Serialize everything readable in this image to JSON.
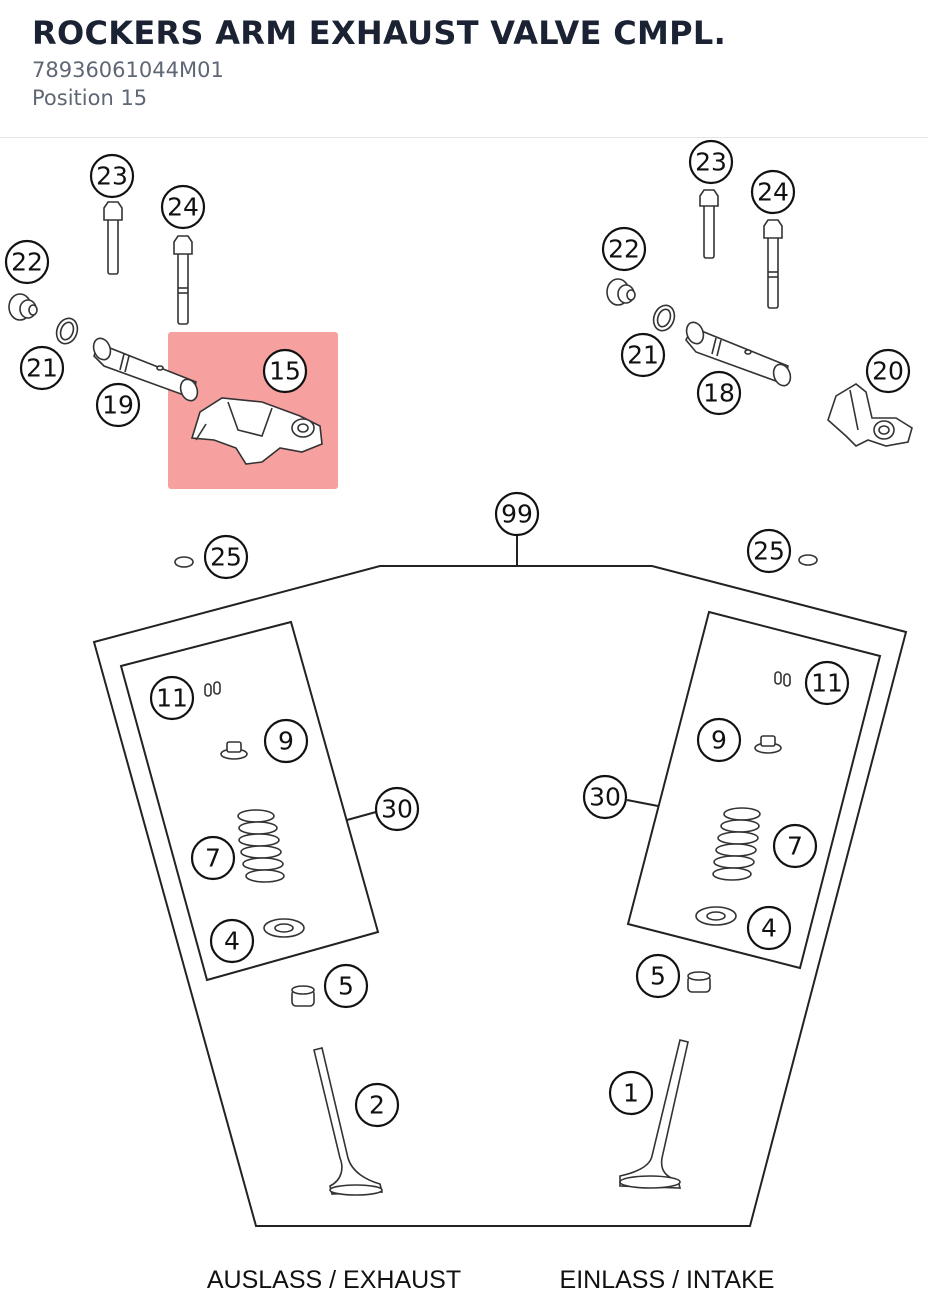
{
  "header": {
    "title": "ROCKERS ARM EXHAUST VALVE CMPL.",
    "part_number": "78936061044M01",
    "position": "Position 15"
  },
  "highlight": {
    "position_label": "15",
    "color": "#f47b7b"
  },
  "callouts": {
    "c23_left": "23",
    "c24_left": "24",
    "c22_left": "22",
    "c21_left": "21",
    "c19": "19",
    "c15": "15",
    "c23_right": "23",
    "c24_right": "24",
    "c22_right": "22",
    "c21_right": "21",
    "c18": "18",
    "c20": "20",
    "c99": "99",
    "c25_left": "25",
    "c25_right": "25",
    "c11_left": "11",
    "c9_left": "9",
    "c7_left": "7",
    "c4_left": "4",
    "c30_left": "30",
    "c5_left": "5",
    "c2": "2",
    "c11_right": "11",
    "c9_right": "9",
    "c7_right": "7",
    "c4_right": "4",
    "c30_right": "30",
    "c5_right": "5",
    "c1": "1"
  },
  "captions": {
    "exhaust": "AUSLASS / EXHAUST",
    "intake": "EINLASS / INTAKE"
  }
}
